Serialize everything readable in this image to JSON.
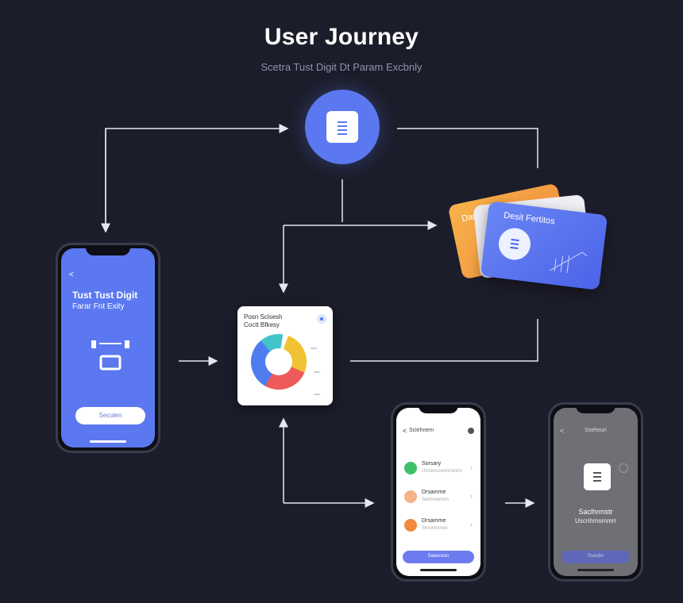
{
  "header": {
    "title": "User Journey",
    "subtitle": "Scetra Tust Digit Dt Param Excbnly"
  },
  "onboarding_phone": {
    "back_glyph": "<",
    "headline": "Tust Tust Digit",
    "subline": "Farar Fnt Exity",
    "cta_label": "Seculen"
  },
  "analytics_card": {
    "title_line1": "Posn Sclsesh",
    "title_line2": "Coctt Bfkesy"
  },
  "list_phone": {
    "header_label": "Sclehnem",
    "items": [
      {
        "title": "Sorsary",
        "subtitle": "Ulsrenscwnnnsnrm"
      },
      {
        "title": "Drsamme",
        "subtitle": "Selmmernnn"
      },
      {
        "title": "Drsamme",
        "subtitle": "Srnonmmen"
      }
    ],
    "button_label": "Saeeuvsn"
  },
  "confirm_phone": {
    "header_label": "Sseheun",
    "line1": "Saclhrmstr",
    "line2": "Uscnhmsmmrr",
    "button_label": "Sseubn"
  },
  "cards_stack": {
    "front_label": "Desit Fertitos",
    "back_label": "Darr"
  },
  "colors": {
    "background": "#1c1d2a",
    "accent_blue": "#5b78f0",
    "accent_orange": "#f0a347",
    "chart_colors": [
      "#f1c232",
      "#4f7df0",
      "#ee5a5a",
      "#43c4c9"
    ]
  }
}
